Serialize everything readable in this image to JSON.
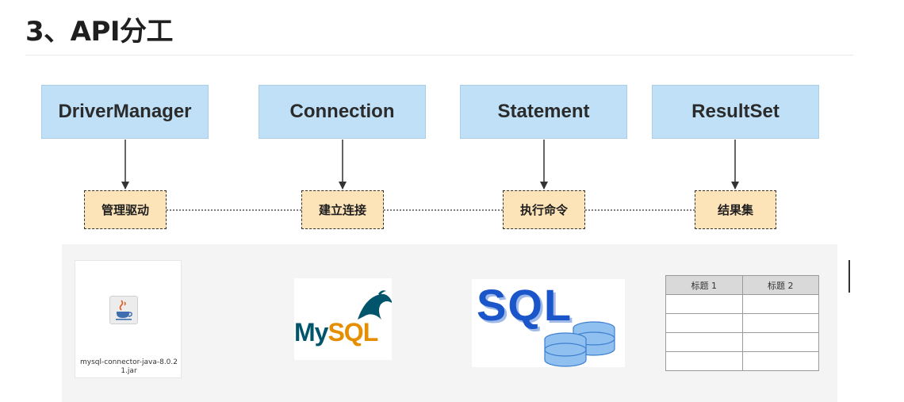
{
  "heading": "3、API分工",
  "api_boxes": {
    "driver_manager": "DriverManager",
    "connection": "Connection",
    "statement": "Statement",
    "result_set": "ResultSet"
  },
  "roles": {
    "driver_manager": "管理驱动",
    "connection": "建立连接",
    "statement": "执行命令",
    "result_set": "结果集"
  },
  "images": {
    "jar_filename": "mysql-connector-java-8.0.21.jar",
    "mysql_logo_text": "MySQL",
    "sql_logo_text": "SQL"
  },
  "result_table": {
    "headers": [
      "标题 1",
      "标题 2"
    ],
    "rows": [
      [
        "",
        ""
      ],
      [
        "",
        ""
      ],
      [
        "",
        ""
      ],
      [
        "",
        ""
      ]
    ]
  },
  "colors": {
    "api_box_fill": "#bfe0f7",
    "role_box_fill": "#fde3b8",
    "panel_fill": "#f4f4f4",
    "sql_blue": "#1a56c9",
    "mysql_blue": "#00546b",
    "mysql_orange": "#e48e00"
  }
}
